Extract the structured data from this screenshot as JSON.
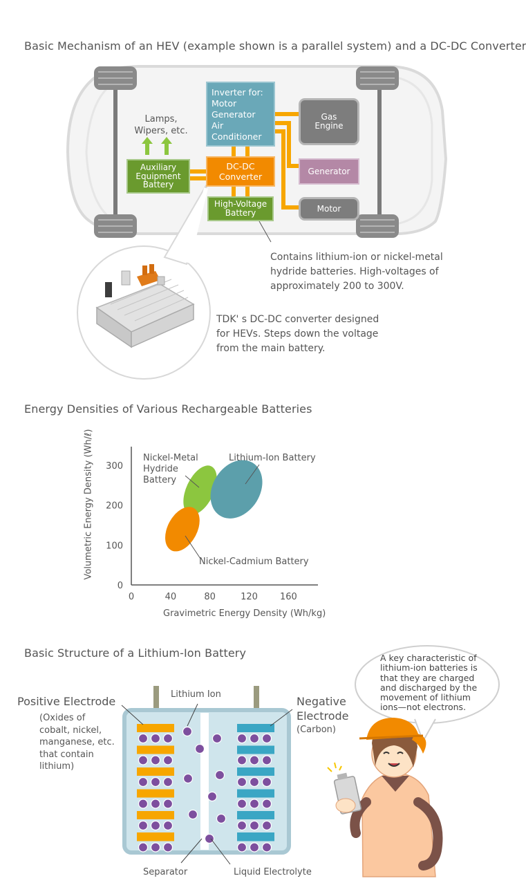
{
  "section1": {
    "title": "Basic Mechanism of an HEV (example shown is a parallel system) and a DC-DC Converter",
    "lamps": "Lamps,\nWipers, etc.",
    "inverter": "Inverter for:\nMotor\nGenerator\nAir Conditioner",
    "gas_engine": "Gas\nEngine",
    "generator": "Generator",
    "motor": "Motor",
    "aux_battery": "Auxiliary\nEquipment\nBattery",
    "dcdc": "DC-DC\nConverter",
    "hv_battery": "High-Voltage\nBattery",
    "hv_note": "Contains lithium-ion or nickel-metal\nhydride batteries. High-voltages of\napproximately 200 to 300V.",
    "tdk_note": "TDK' s DC-DC converter designed\nfor HEVs. Steps down the voltage\nfrom the main battery.",
    "colors": {
      "inverter": "#6aa8b8",
      "engine": "#7d7d7d",
      "generator": "#b488a6",
      "battery": "#6a9a2e",
      "dcdc": "#f28a00",
      "wire": "#f7a600"
    }
  },
  "section2": {
    "title": "Energy Densities of Various Rechargeable Batteries",
    "chart_data": {
      "type": "scatter",
      "xlabel": "Gravimetric Energy Density (Wh/kg)",
      "ylabel": "Volumetric Energy Density (Wh/ℓ)",
      "xticks": [
        0,
        40,
        80,
        120,
        160
      ],
      "yticks": [
        0,
        100,
        200,
        300
      ],
      "xlim": [
        0,
        190
      ],
      "ylim": [
        0,
        340
      ],
      "series": [
        {
          "name": "Nickel-Metal Hydride Battery",
          "color": "#8cc63f",
          "center": [
            70,
            238
          ],
          "rx": 14,
          "ry": 66,
          "rotation": 25
        },
        {
          "name": "Lithium-Ion Battery",
          "color": "#5c9fab",
          "center": [
            107,
            240
          ],
          "rx": 24,
          "ry": 78,
          "rotation": 32
        },
        {
          "name": "Nickel-Cadmium Battery",
          "color": "#f28a00",
          "center": [
            52,
            140
          ],
          "rx": 15,
          "ry": 60,
          "rotation": 28
        }
      ],
      "labels": {
        "nimh": "Nickel-Metal\nHydride\nBattery",
        "liion": "Lithium-Ion Battery",
        "nicd": "Nickel-Cadmium Battery"
      }
    }
  },
  "section3": {
    "title": "Basic Structure of a Lithium-Ion Battery",
    "positive_electrode": "Positive Electrode",
    "positive_desc": "(Oxides of\ncobalt, nickel,\nmanganese, etc.\nthat contain\nlithium)",
    "lithium_ion": "Lithium Ion",
    "negative_electrode": "Negative\nElectrode",
    "negative_desc": "(Carbon)",
    "separator": "Separator",
    "electrolyte": "Liquid Electrolyte",
    "speech": "A key characteristic of\nlithium-ion batteries is\nthat they are charged\nand discharged by the\nmovement of lithium\nions—not electrons.",
    "colors": {
      "positive": "#f7a600",
      "negative": "#3aa6c4",
      "ion": "#7d4f9e",
      "electrolyte": "#cfe5ec"
    }
  }
}
